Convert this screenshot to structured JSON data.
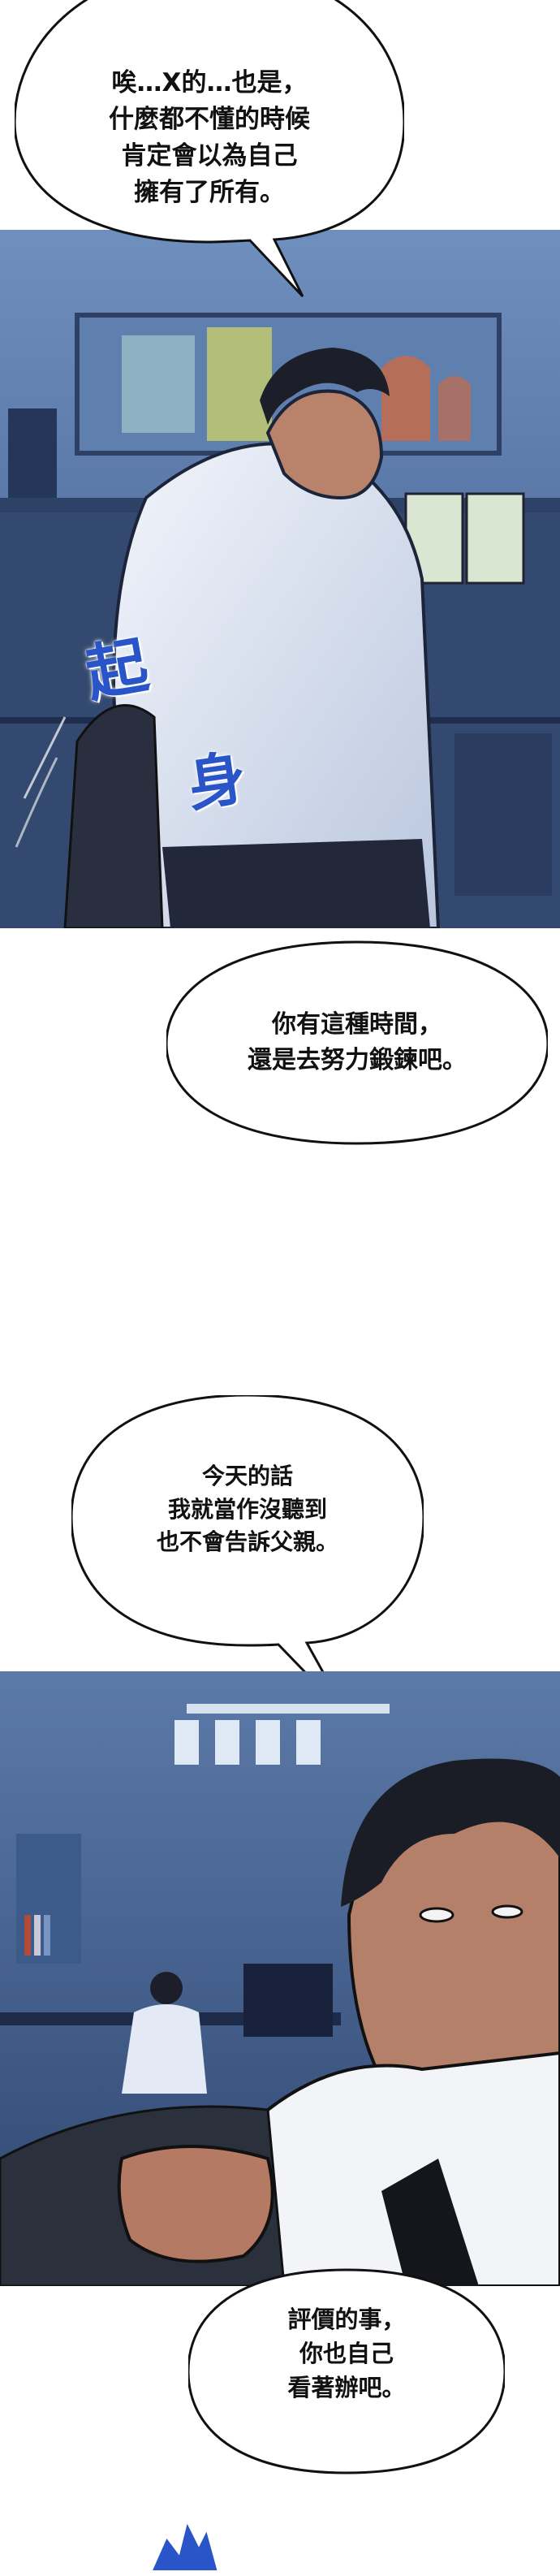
{
  "bubbles": {
    "b1": "唉…X的…也是，\n什麼都不懂的時候\n肯定會以為自己\n擁有了所有。",
    "b2": "你有這種時間，\n還是去努力鍛鍊吧。",
    "b3": "今天的話\n我就當作沒聽到\n也不會告訴父親。",
    "b4": "評價的事，\n你也自己\n看著辦吧。"
  },
  "sfx": {
    "stand_up": [
      "起",
      "身"
    ]
  },
  "colors": {
    "panel_blue": "#4a6a9a",
    "shirt": "#dfe6f3",
    "sfx_blue": "#2a55c8"
  }
}
